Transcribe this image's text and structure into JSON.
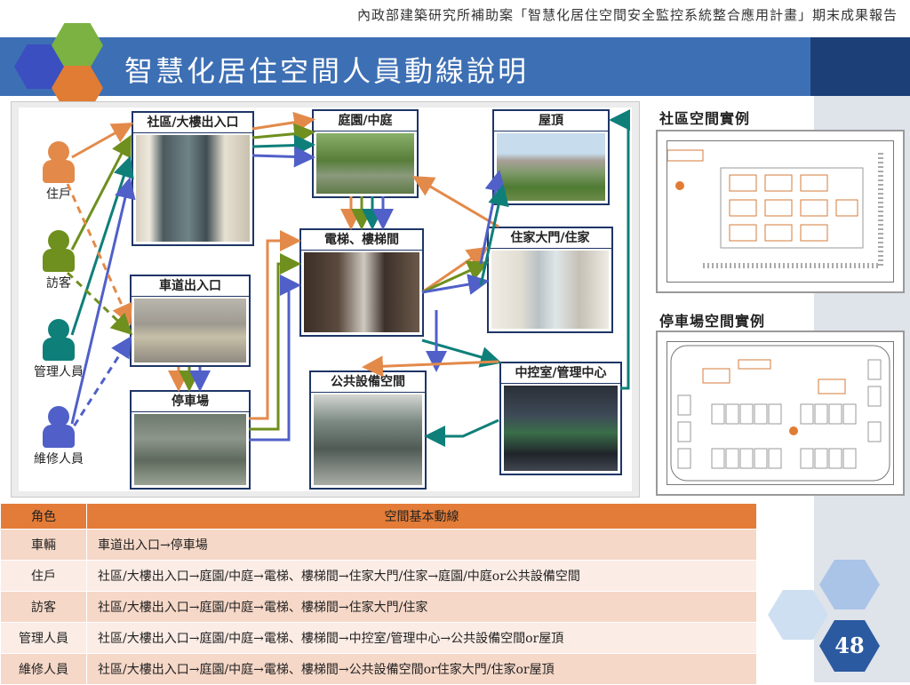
{
  "header": {
    "caption": "內政部建築研究所補助案「智慧化居住空間安全監控系統整合應用計畫」期末成果報告",
    "title": "智慧化居住空間人員動線說明"
  },
  "colors": {
    "title_band": "#3d6fb4",
    "table_header": "#e37c38",
    "row_dark": "#f6d8c8",
    "row_light": "#fbece5",
    "hex_dark_blue": "#3b4fc0",
    "hex_green": "#7bb241",
    "hex_orange": "#e07c34"
  },
  "roles": [
    {
      "label": "住戶",
      "color": "#e38a4a"
    },
    {
      "label": "訪客",
      "color": "#6f8f1e"
    },
    {
      "label": "管理人員",
      "color": "#0f7f7a"
    },
    {
      "label": "維修人員",
      "color": "#5060c8"
    }
  ],
  "boxes": {
    "entrance": "社區/大樓出入口",
    "garden": "庭園/中庭",
    "roof": "屋頂",
    "elevator": "電梯、樓梯間",
    "door": "住家大門/住家",
    "road": "車道出入口",
    "parking": "停車場",
    "public": "公共設備空間",
    "control": "中控室/管理中心"
  },
  "plans": {
    "community_title": "社區空間實例",
    "parking_title": "停車場空間實例"
  },
  "table": {
    "head_role": "角色",
    "head_flow": "空間基本動線",
    "rows": [
      {
        "role": "車輛",
        "flow": "車道出入口→停車場"
      },
      {
        "role": "住戶",
        "flow": "社區/大樓出入口→庭園/中庭→電梯、樓梯間→住家大門/住家→庭園/中庭or公共設備空間"
      },
      {
        "role": "訪客",
        "flow": "社區/大樓出入口→庭園/中庭→電梯、樓梯間→住家大門/住家"
      },
      {
        "role": "管理人員",
        "flow": "社區/大樓出入口→庭園/中庭→電梯、樓梯間→中控室/管理中心→公共設備空間or屋頂"
      },
      {
        "role": "維修人員",
        "flow": "社區/大樓出入口→庭園/中庭→電梯、樓梯間→公共設備空間or住家大門/住家or屋頂"
      }
    ]
  },
  "page_number": "48"
}
